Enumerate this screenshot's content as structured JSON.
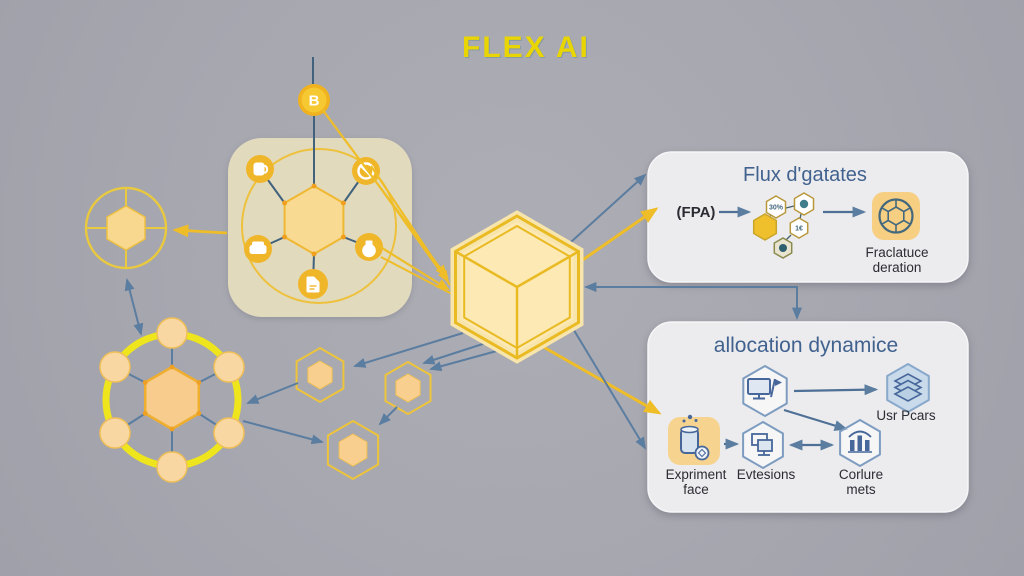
{
  "title": "FLEX AI",
  "colors": {
    "background": "#a7a7b0",
    "accent_yellow": "#f0b928",
    "bright_ring_yellow": "#efe71b",
    "hex_fill": "#fce9b4",
    "cluster_panel_beige": "#e1dabd",
    "panel_bg": "#ececee",
    "slate_blue_title": "#41628f",
    "arrow_blue": "#5b7da0",
    "text_dark": "#2b2b33"
  },
  "cluster": {
    "node_b_label": "B"
  },
  "flux_panel": {
    "title": "Flux d'gatates",
    "fpa_label": "(FPA)",
    "hex_percent_label": "30%",
    "hex_euro_label": "1€",
    "result_label_line1": "Fraclatuce",
    "result_label_line2": "deration"
  },
  "allocation_panel": {
    "title": "allocation dynamice",
    "users_label": "Usr Pcars",
    "experiment_label_line1": "Expriment",
    "experiment_label_line2": "face",
    "extensions_label": "Evtesions",
    "metrics_label_line1": "Corlure",
    "metrics_label_line2": "mets"
  }
}
